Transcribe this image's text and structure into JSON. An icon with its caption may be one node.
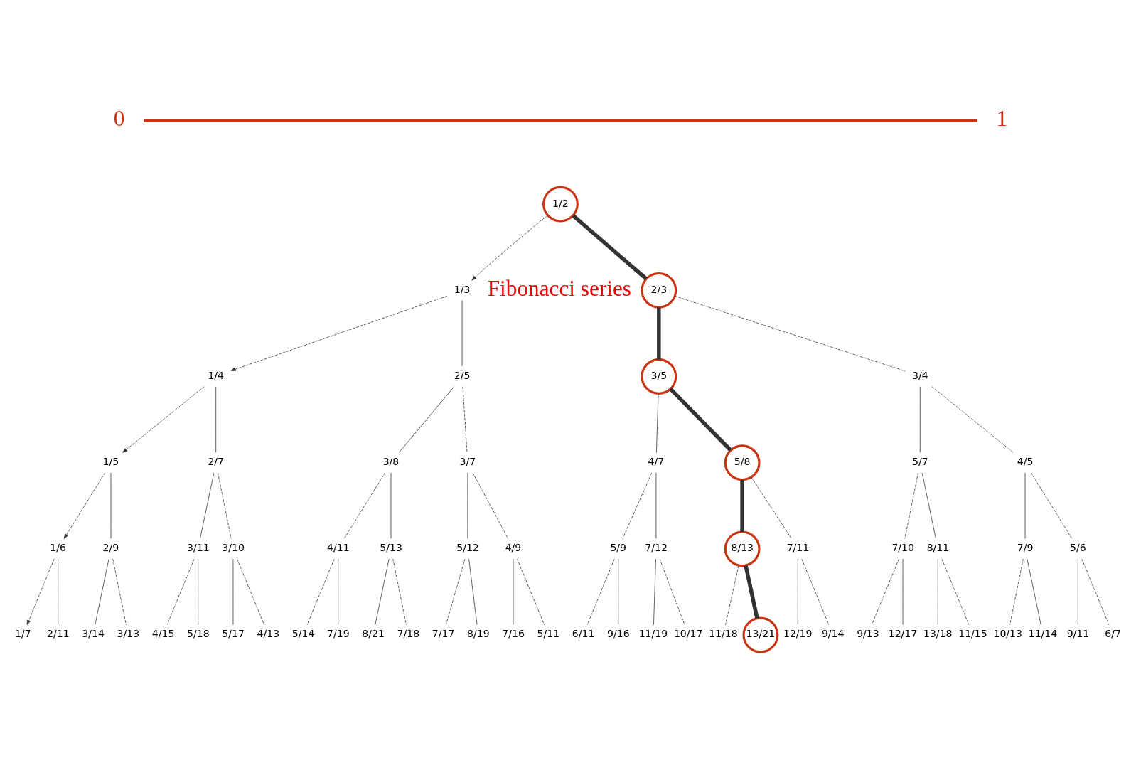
{
  "diagram": {
    "nodes": [
      {
        "text": [
          "1/2"
        ]
      },
      {
        "text": [
          "1/3"
        ]
      },
      {
        "text": [
          "2/3"
        ]
      },
      {
        "text": [
          "1/4"
        ]
      },
      {
        "text": [
          "2/5"
        ]
      },
      {
        "text": [
          "3/5"
        ]
      },
      {
        "text": [
          "3/4"
        ]
      },
      {
        "text": [
          "1/5"
        ]
      },
      {
        "text": [
          "2/7"
        ]
      },
      {
        "text": [
          "3/8"
        ]
      },
      {
        "text": [
          "3/7"
        ]
      },
      {
        "text": [
          "4/7"
        ]
      },
      {
        "text": [
          "5/8"
        ]
      },
      {
        "text": [
          "5/7"
        ]
      },
      {
        "text": [
          "4/5"
        ]
      },
      {
        "text": [
          "1/6"
        ]
      },
      {
        "text": [
          "2/9"
        ]
      },
      {
        "text": [
          "3/11"
        ]
      },
      {
        "text": [
          "3/10"
        ]
      },
      {
        "text": [
          "4/11"
        ]
      },
      {
        "text": [
          "5/13"
        ]
      },
      {
        "text": [
          "5/12"
        ]
      },
      {
        "text": [
          "4/9"
        ]
      },
      {
        "text": [
          "5/9"
        ]
      },
      {
        "text": [
          "7/12"
        ]
      },
      {
        "text": [
          "8/13"
        ]
      },
      {
        "text": [
          "7/11"
        ]
      },
      {
        "text": [
          "7/10"
        ]
      },
      {
        "text": [
          "8/11"
        ]
      },
      {
        "text": [
          "7/9"
        ]
      },
      {
        "text": [
          "5/6"
        ]
      },
      {
        "text": [
          "1/7"
        ]
      },
      {
        "text": [
          "2/11"
        ]
      },
      {
        "text": [
          "3/14"
        ]
      },
      {
        "text": [
          "3/13"
        ]
      },
      {
        "text": [
          "4/15"
        ]
      },
      {
        "text": [
          "5/18"
        ]
      },
      {
        "text": [
          "5/17"
        ]
      },
      {
        "text": [
          "4/13"
        ]
      },
      {
        "text": [
          "5/14"
        ]
      },
      {
        "text": [
          "7/19"
        ]
      },
      {
        "text": [
          "8/21"
        ]
      },
      {
        "text": [
          "7/18"
        ]
      },
      {
        "text": [
          "7/17"
        ]
      },
      {
        "text": [
          "8/19"
        ]
      },
      {
        "text": [
          "7/16"
        ]
      },
      {
        "text": [
          "5/11"
        ]
      },
      {
        "text": [
          "6/11"
        ]
      },
      {
        "text": [
          "9/16"
        ]
      },
      {
        "text": [
          "11/19"
        ]
      },
      {
        "text": [
          "10/17"
        ]
      },
      {
        "text": [
          "11/18"
        ]
      },
      {
        "text": [
          "13/21"
        ]
      },
      {
        "text": [
          "12/19"
        ]
      },
      {
        "text": [
          "9/14"
        ]
      },
      {
        "text": [
          "9/13"
        ]
      },
      {
        "text": [
          "12/17"
        ]
      },
      {
        "text": [
          "13/18"
        ]
      },
      {
        "text": [
          "11/15"
        ]
      },
      {
        "text": [
          "10/13"
        ]
      },
      {
        "text": [
          "11/14"
        ]
      },
      {
        "text": [
          "9/11"
        ]
      },
      {
        "text": [
          "6/7"
        ]
      }
    ],
    "edges": [
      {
        "from": 0,
        "to": 1,
        "arrow": "to",
        "style": "dashed"
      },
      {
        "from": 0,
        "to": 2,
        "arrow": "none",
        "style": "thick"
      },
      {
        "from": 1,
        "to": 3,
        "arrow": "to",
        "style": "dashed"
      },
      {
        "from": 1,
        "to": 4,
        "arrow": "none"
      },
      {
        "from": 2,
        "to": 5,
        "arrow": "none",
        "style": "thick"
      },
      {
        "from": 2,
        "to": 6,
        "arrow": "none",
        "style": "dashed"
      },
      {
        "from": 3,
        "to": 7,
        "arrow": "to",
        "style": "dashed"
      },
      {
        "from": 3,
        "to": 8,
        "arrow": "none"
      },
      {
        "from": 4,
        "to": 9,
        "arrow": "none"
      },
      {
        "from": 4,
        "to": 10,
        "arrow": "none",
        "style": "dashed"
      },
      {
        "from": 5,
        "to": 11,
        "arrow": "none"
      },
      {
        "from": 5,
        "to": 12,
        "arrow": "none",
        "style": "thick"
      },
      {
        "from": 6,
        "to": 13,
        "arrow": "none"
      },
      {
        "from": 6,
        "to": 14,
        "arrow": "none",
        "style": "dashed"
      },
      {
        "from": 7,
        "to": 15,
        "arrow": "to",
        "style": "dashed"
      },
      {
        "from": 7,
        "to": 16,
        "arrow": "none"
      },
      {
        "from": 8,
        "to": 17,
        "arrow": "none"
      },
      {
        "from": 8,
        "to": 18,
        "arrow": "none",
        "style": "dashed"
      },
      {
        "from": 9,
        "to": 19,
        "arrow": "none",
        "style": "dashed"
      },
      {
        "from": 9,
        "to": 20,
        "arrow": "none"
      },
      {
        "from": 10,
        "to": 21,
        "arrow": "none"
      },
      {
        "from": 10,
        "to": 22,
        "arrow": "none",
        "style": "dashed"
      },
      {
        "from": 11,
        "to": 23,
        "arrow": "none",
        "style": "dashed"
      },
      {
        "from": 11,
        "to": 24,
        "arrow": "none"
      },
      {
        "from": 12,
        "to": 25,
        "arrow": "none",
        "style": "thick"
      },
      {
        "from": 12,
        "to": 26,
        "arrow": "none",
        "style": "dashed"
      },
      {
        "from": 13,
        "to": 27,
        "arrow": "none",
        "style": "dashed"
      },
      {
        "from": 13,
        "to": 28,
        "arrow": "none"
      },
      {
        "from": 14,
        "to": 29,
        "arrow": "none"
      },
      {
        "from": 14,
        "to": 30,
        "arrow": "none",
        "style": "dashed"
      },
      {
        "from": 15,
        "to": 31,
        "arrow": "to",
        "style": "dashed"
      },
      {
        "from": 15,
        "to": 32,
        "arrow": "none"
      },
      {
        "from": 16,
        "to": 33,
        "arrow": "none"
      },
      {
        "from": 16,
        "to": 34,
        "arrow": "none",
        "style": "dashed"
      },
      {
        "from": 17,
        "to": 35,
        "arrow": "none",
        "style": "dashed"
      },
      {
        "from": 17,
        "to": 36,
        "arrow": "none"
      },
      {
        "from": 18,
        "to": 37,
        "arrow": "none"
      },
      {
        "from": 18,
        "to": 38,
        "arrow": "none",
        "style": "dashed"
      },
      {
        "from": 19,
        "to": 39,
        "arrow": "none",
        "style": "dashed"
      },
      {
        "from": 19,
        "to": 40,
        "arrow": "none"
      },
      {
        "from": 20,
        "to": 41,
        "arrow": "none"
      },
      {
        "from": 20,
        "to": 42,
        "arrow": "none",
        "style": "dashed"
      },
      {
        "from": 21,
        "to": 43,
        "arrow": "none",
        "style": "dashed"
      },
      {
        "from": 21,
        "to": 44,
        "arrow": "none"
      },
      {
        "from": 22,
        "to": 45,
        "arrow": "none"
      },
      {
        "from": 22,
        "to": 46,
        "arrow": "none",
        "style": "dashed"
      },
      {
        "from": 23,
        "to": 47,
        "arrow": "none",
        "style": "dashed"
      },
      {
        "from": 23,
        "to": 48,
        "arrow": "none"
      },
      {
        "from": 24,
        "to": 49,
        "arrow": "none"
      },
      {
        "from": 24,
        "to": 50,
        "arrow": "none",
        "style": "dashed"
      },
      {
        "from": 25,
        "to": 51,
        "arrow": "none",
        "style": "dashed"
      },
      {
        "from": 25,
        "to": 52,
        "arrow": "none",
        "style": "thick"
      },
      {
        "from": 26,
        "to": 53,
        "arrow": "none"
      },
      {
        "from": 26,
        "to": 54,
        "arrow": "none",
        "style": "dashed"
      },
      {
        "from": 27,
        "to": 55,
        "arrow": "none",
        "style": "dashed"
      },
      {
        "from": 27,
        "to": 56,
        "arrow": "none"
      },
      {
        "from": 28,
        "to": 57,
        "arrow": "none"
      },
      {
        "from": 28,
        "to": 58,
        "arrow": "none",
        "style": "dashed"
      },
      {
        "from": 29,
        "to": 59,
        "arrow": "none",
        "style": "dashed"
      },
      {
        "from": 29,
        "to": 60,
        "arrow": "none"
      },
      {
        "from": 30,
        "to": 61,
        "arrow": "none"
      },
      {
        "from": 30,
        "to": 62,
        "arrow": "none",
        "style": "dashed"
      }
    ],
    "labels": [
      "0",
      "1",
      "Fibonacci series"
    ]
  }
}
